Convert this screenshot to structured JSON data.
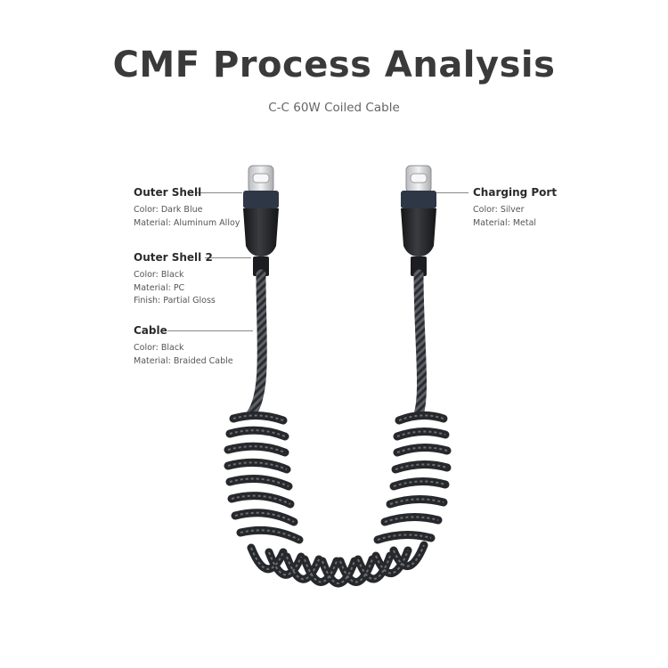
{
  "title": "CMF Process Analysis",
  "subtitle": "C-C 60W Coiled Cable",
  "callouts": {
    "outer_shell": {
      "heading": "Outer Shell",
      "lines": [
        "Color: Dark Blue",
        "Material:  Aluminum Alloy"
      ]
    },
    "outer_shell_2": {
      "heading": "Outer Shell 2",
      "lines": [
        "Color: Black",
        "Material: PC",
        "Finish: Partial Gloss"
      ]
    },
    "cable": {
      "heading": "Cable",
      "lines": [
        "Color: Black",
        "Material: Braided Cable"
      ]
    },
    "charging_port": {
      "heading": "Charging Port",
      "lines": [
        "Color: Silver",
        "Material: Metal"
      ]
    }
  },
  "colors": {
    "cable": "#2a2c30",
    "braid": "#6b6e73",
    "housing": "#1f2124",
    "band": "#2f3a4a",
    "connector": "#d9dadc"
  },
  "icons": [
    "usb-c-connector-left",
    "usb-c-connector-right",
    "coiled-cable"
  ]
}
